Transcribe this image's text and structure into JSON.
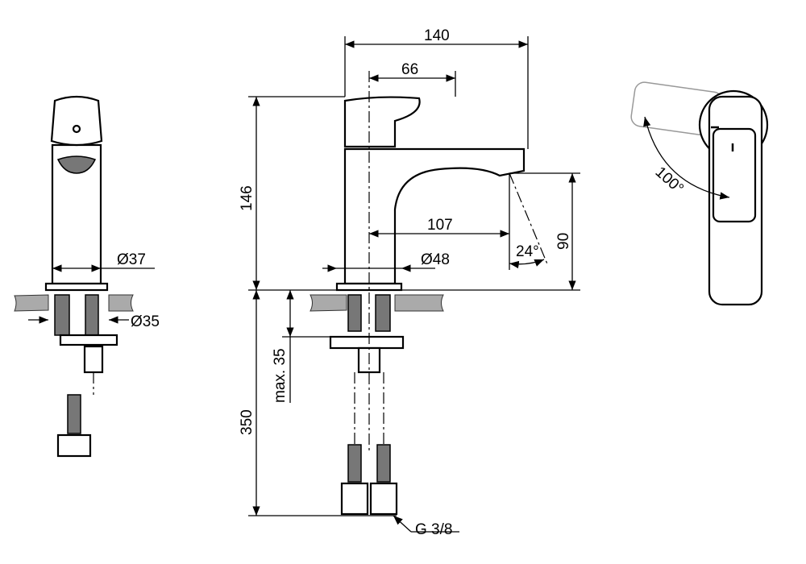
{
  "title": "Basin mixer technical drawing",
  "dimensions": {
    "total_length": "140",
    "handle_offset": "66",
    "height": "146",
    "spout_reach": "107",
    "spout_height": "90",
    "spout_angle": "24°",
    "body_diameter": "Ø37",
    "base_diameter": "Ø48",
    "hole_diameter": "Ø35",
    "lever_rotation": "100°",
    "max_thickness": "max. 35",
    "hose_length": "350",
    "thread": "G 3/8"
  }
}
